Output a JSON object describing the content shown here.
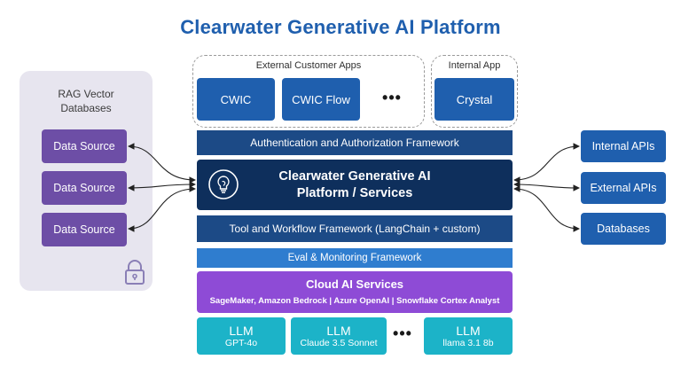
{
  "title": "Clearwater Generative AI Platform",
  "rag": {
    "title_line1": "RAG Vector",
    "title_line2": "Databases",
    "sources": [
      "Data Source",
      "Data Source",
      "Data Source"
    ]
  },
  "external_apps": {
    "label": "External Customer Apps",
    "apps": [
      "CWIC",
      "CWIC Flow"
    ],
    "ellipsis": "•••"
  },
  "internal_app": {
    "label": "Internal App",
    "app": "Crystal"
  },
  "stack": {
    "auth": "Authentication and Authorization Framework",
    "core_line1": "Clearwater Generative AI",
    "core_line2": "Platform / Services",
    "tool": "Tool and Workflow Framework (LangChain + custom)",
    "eval": "Eval & Monitoring Framework",
    "cloud_title": "Cloud AI Services",
    "cloud_sub": "SageMaker, Amazon Bedrock | Azure OpenAI | Snowflake Cortex Analyst"
  },
  "llms": [
    {
      "title": "LLM",
      "model": "GPT-4o"
    },
    {
      "title": "LLM",
      "model": "Claude 3.5 Sonnet"
    },
    {
      "title": "LLM",
      "model": "llama 3.1 8b"
    }
  ],
  "llm_ellipsis": "•••",
  "right": [
    "Internal APIs",
    "External APIs",
    "Databases"
  ],
  "icons": {
    "core": "lightbulb-icon",
    "rag": "lock-icon"
  },
  "colors": {
    "title": "#1f5fae",
    "app_blue": "#1f5fae",
    "core_navy": "#0e2f5c",
    "purple_source": "#6d4ea6",
    "cloud_purple": "#8e4bd6",
    "llm_teal": "#1cb3c8",
    "eval_blue": "#2f7dcf"
  }
}
